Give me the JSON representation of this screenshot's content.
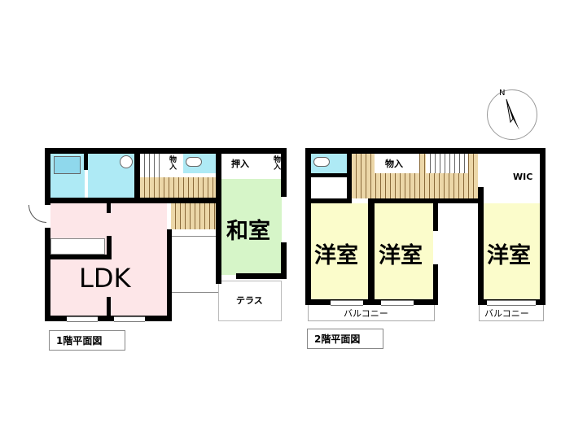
{
  "floor1": {
    "title": "1階平面図",
    "ldk": "LDK",
    "washitsu": "和室",
    "oshiire": "押入",
    "storage": "物入",
    "terrace": "テラス"
  },
  "floor2": {
    "title": "2階平面図",
    "room": "洋室",
    "storage": "物入",
    "wic": "WIC",
    "balcony": "バルコニー"
  },
  "compass": {
    "north": "N"
  },
  "colors": {
    "water": "#aeeaf5",
    "ldk": "#fde6e8",
    "washitsu": "#d6f5c8",
    "youshitsu": "#fbfccb",
    "wood": "#ecd7a8"
  }
}
